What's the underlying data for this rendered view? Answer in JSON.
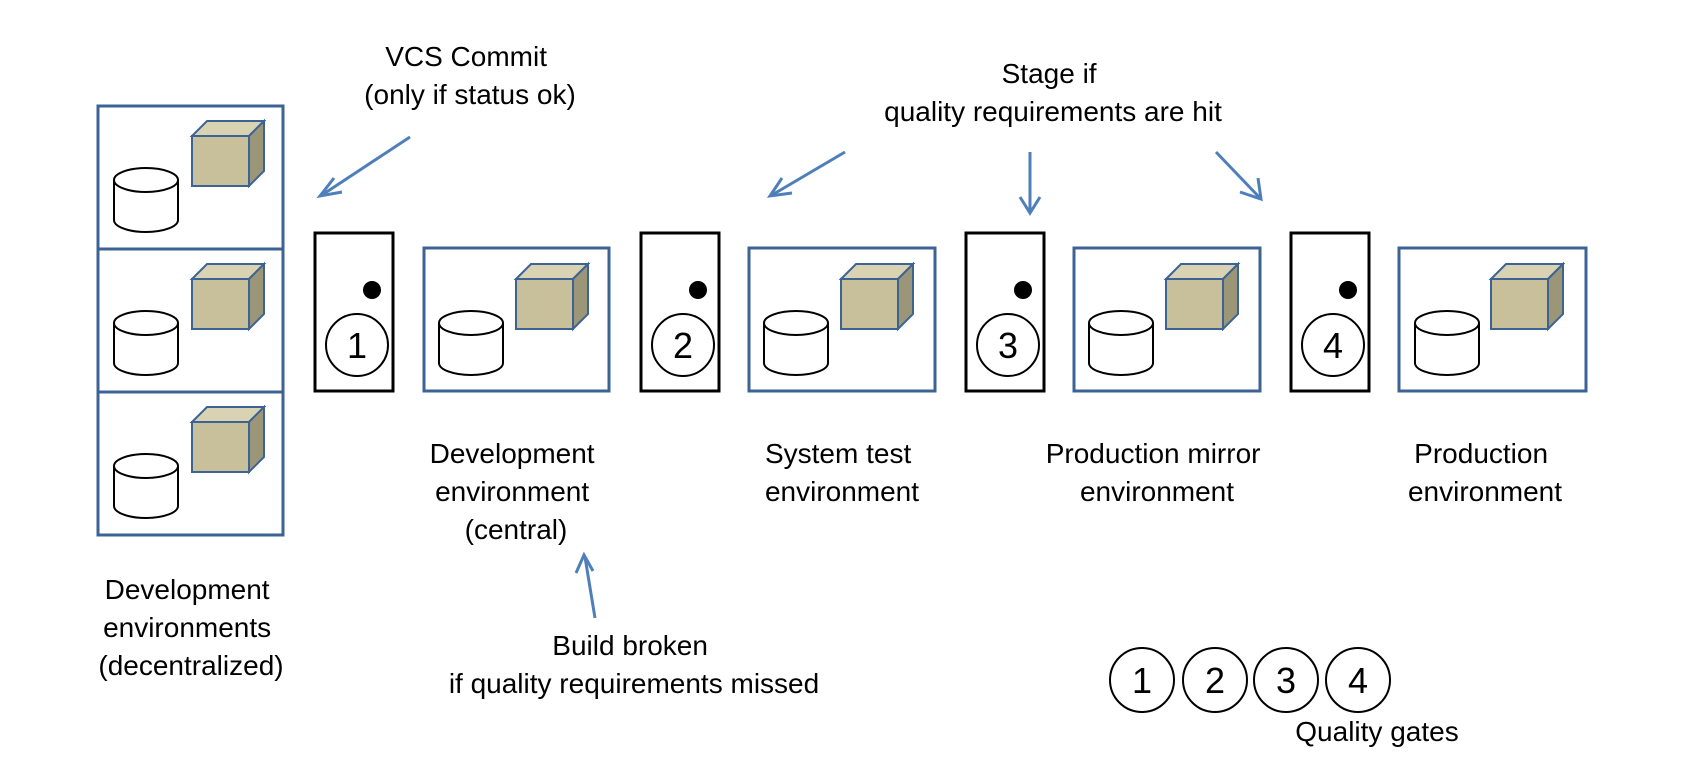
{
  "annotations": {
    "vcs_commit": [
      "VCS Commit",
      "(only if status ok)"
    ],
    "stage_if": [
      "Stage if",
      "quality requirements are hit"
    ],
    "build_broken": [
      "Build broken",
      "if quality requirements missed"
    ]
  },
  "environments": {
    "decentralized": [
      "Development",
      "environments",
      "(decentralized)"
    ],
    "central": [
      "Development",
      "environment",
      "(central)"
    ],
    "system_test": [
      "System test",
      "environment"
    ],
    "production_mirror": [
      "Production mirror",
      "environment"
    ],
    "production": [
      "Production",
      "environment"
    ]
  },
  "gates": [
    "1",
    "2",
    "3",
    "4"
  ],
  "legend": {
    "gates": [
      "1",
      "2",
      "3",
      "4"
    ],
    "caption": "Quality gates"
  },
  "colors": {
    "box_border": "#3d6394",
    "arrow": "#4f7fba",
    "package_fill": "#c8bf9b",
    "package_side": "#9c9678"
  }
}
